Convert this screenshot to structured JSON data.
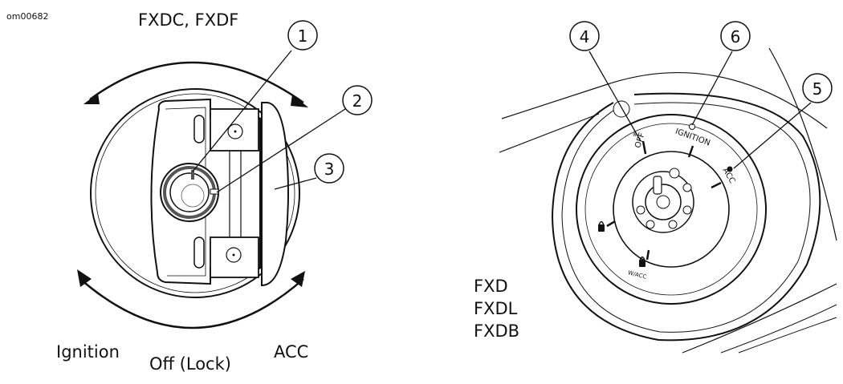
{
  "figure_code": "om00682",
  "left_diagram": {
    "title": "FXDC, FXDF",
    "positions": {
      "left": "Ignition",
      "center": "Off (Lock)",
      "right": "ACC"
    }
  },
  "right_diagram": {
    "models": [
      "FXD",
      "FXDL",
      "FXDB"
    ],
    "switch_labels": {
      "off": "OFF",
      "ignition": "IGNITION",
      "acc": "ACC",
      "wacc": "W/ACC"
    }
  },
  "callouts": [
    "1",
    "2",
    "3",
    "4",
    "5",
    "6"
  ]
}
